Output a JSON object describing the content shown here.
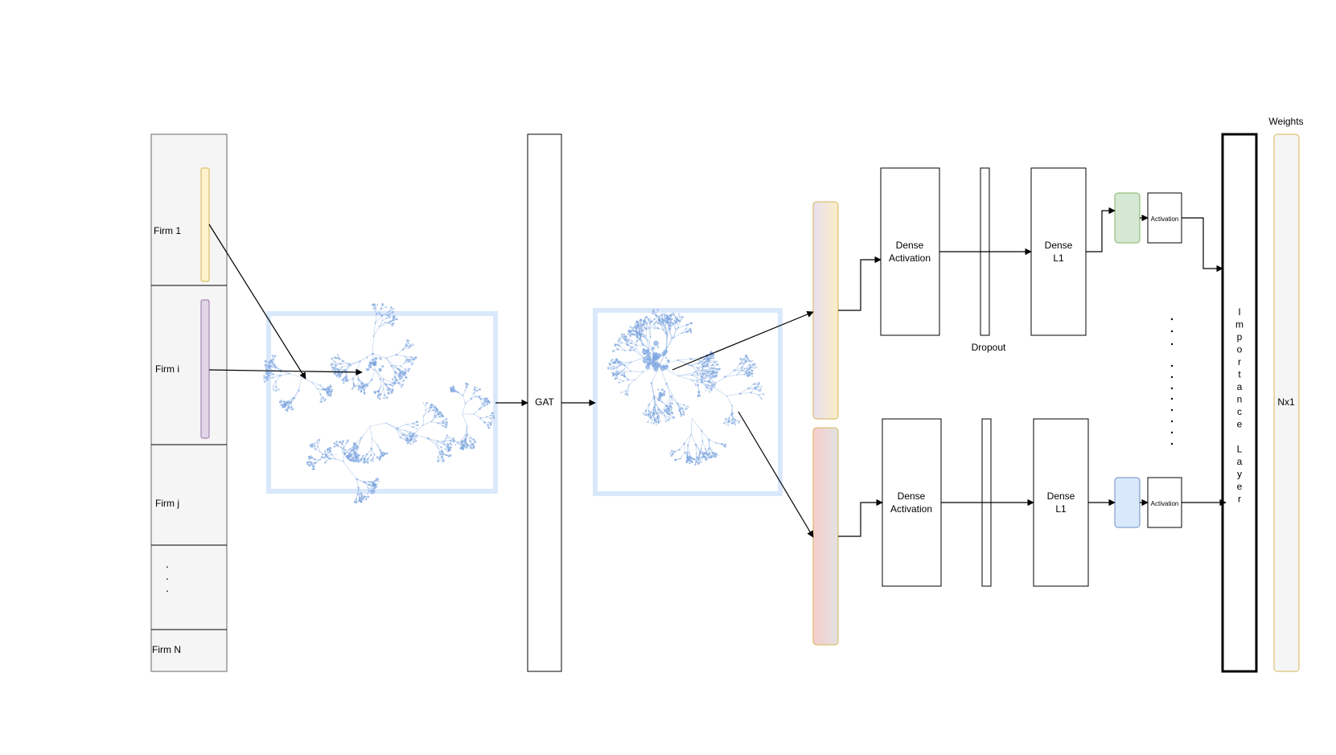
{
  "firms": {
    "rows": [
      {
        "label": "Firm 1"
      },
      {
        "label": "Firm i"
      },
      {
        "label": "Firm j"
      },
      {
        "label": "."
      },
      {
        "label": "Firm N"
      }
    ]
  },
  "gat": {
    "label": "GAT"
  },
  "branch_top": {
    "dense_activation": [
      "Dense",
      "Activation"
    ],
    "dropout": "Dropout",
    "dense_l1": [
      "Dense",
      "L1"
    ],
    "activation": "Activation"
  },
  "branch_bottom": {
    "dense_activation": [
      "Dense",
      "Activation"
    ],
    "dense_l1": [
      "Dense",
      "L1"
    ],
    "activation": "Activation"
  },
  "importance_layer": {
    "label": "Importance Layer"
  },
  "weights": {
    "title": "Weights",
    "label": "Nx1"
  },
  "colors": {
    "graph_frame": "#dae8fc",
    "graph_nodes": "#7ea6e0",
    "firm_panel": "#f5f5f5",
    "yellow_bar": "#fff2cc",
    "purple_bar": "#e1d5e7",
    "green_box": "#d5e8d4",
    "blue_box": "#dae8fc",
    "orange_stroke": "#d6b656"
  }
}
